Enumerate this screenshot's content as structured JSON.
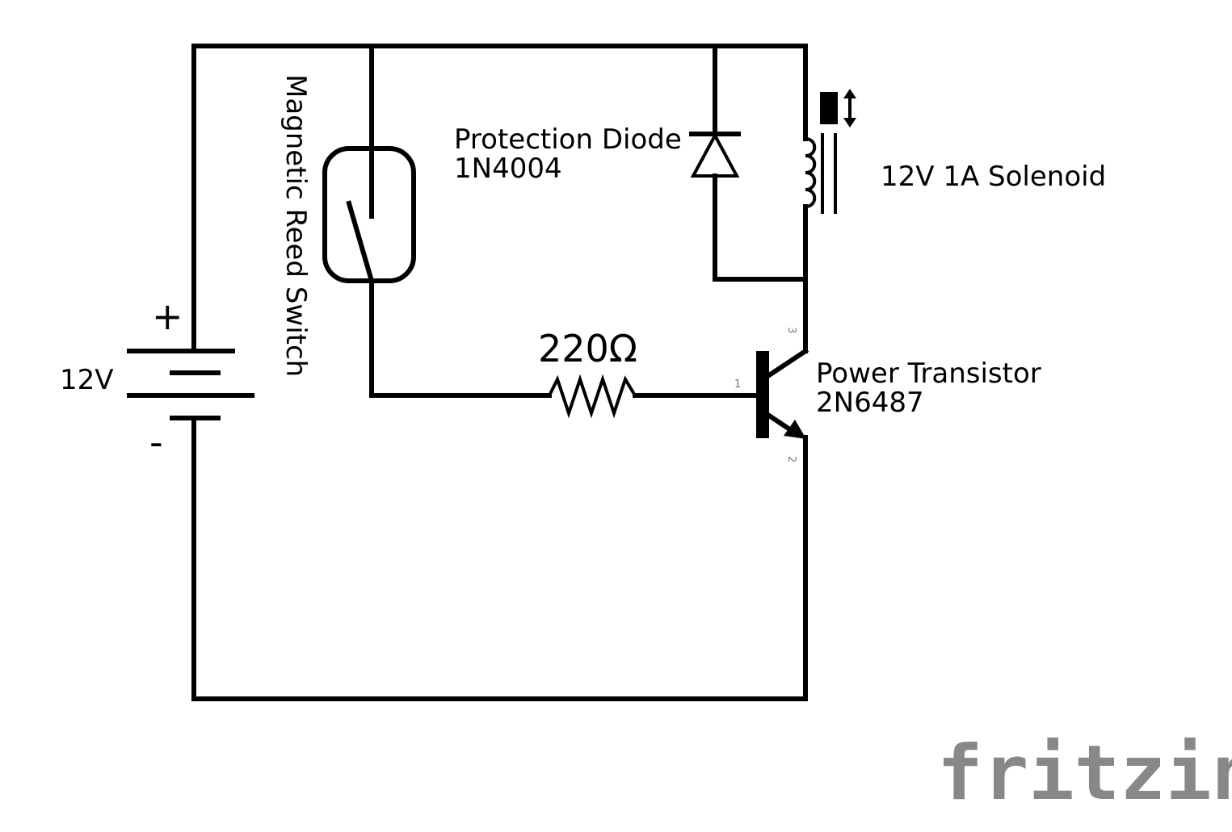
{
  "battery": {
    "voltage": "12V",
    "plus": "+",
    "minus": "-"
  },
  "reed_switch": {
    "label": "Magnetic Reed Switch"
  },
  "diode": {
    "line1": "Protection Diode",
    "line2": "1N4004"
  },
  "solenoid": {
    "label": "12V 1A Solenoid"
  },
  "resistor": {
    "value": "220Ω"
  },
  "transistor": {
    "line1": "Power Transistor",
    "line2": "2N6487",
    "pin_base": "1",
    "pin_emitter": "2",
    "pin_collector": "3"
  },
  "watermark": "fritzing",
  "colors": {
    "line": "#000000",
    "watermark": "#888888",
    "pin_text": "#777777"
  }
}
